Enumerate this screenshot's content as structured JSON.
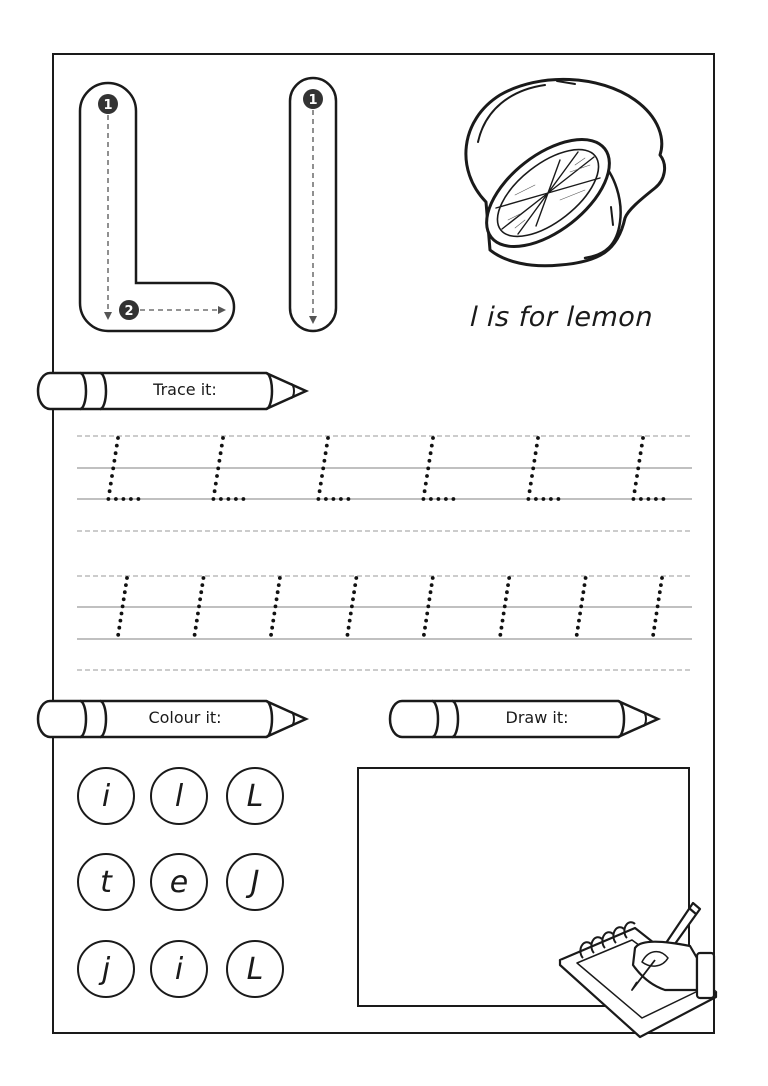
{
  "worksheet": {
    "letter_upper": "L",
    "letter_lower": "l",
    "caption": "l is for lemon",
    "image": "lemon-illustration"
  },
  "stroke_guides": {
    "upper": {
      "steps": [
        "1",
        "2"
      ]
    },
    "lower": {
      "steps": [
        "1"
      ]
    }
  },
  "sections": {
    "trace": {
      "label": "Trace it:"
    },
    "colour": {
      "label": "Colour it:"
    },
    "draw": {
      "label": "Draw it:"
    }
  },
  "trace_rows": [
    {
      "letter": "L",
      "count": 6
    },
    {
      "letter": "l",
      "count": 8
    }
  ],
  "colour_circles": [
    [
      "i",
      "l",
      "L"
    ],
    [
      "t",
      "e",
      "J"
    ],
    [
      "j",
      "i",
      "L"
    ]
  ],
  "colors": {
    "ink": "#1a1a1a",
    "guide_line": "#9a9a9a",
    "arrow": "#555555",
    "badge": "#333333",
    "background": "#ffffff"
  }
}
